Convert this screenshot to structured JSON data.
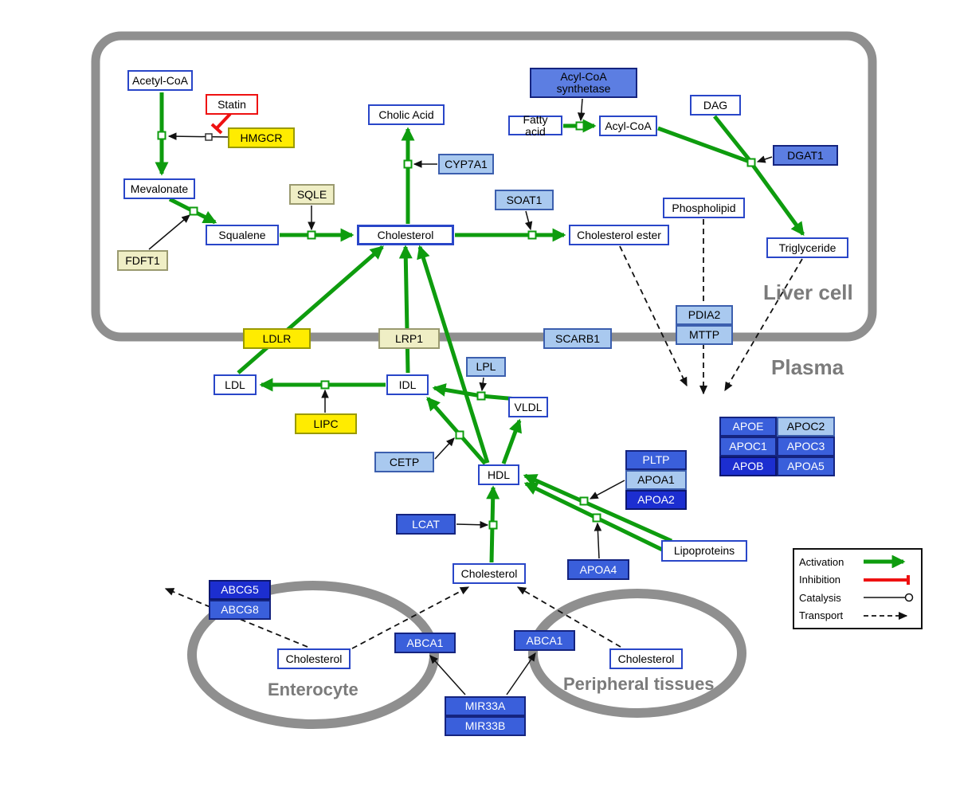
{
  "regions": {
    "liver": "Liver cell",
    "plasma": "Plasma",
    "enterocyte": "Enterocyte",
    "peripheral": "Peripheral tissues"
  },
  "legend": {
    "activation": "Activation",
    "inhibition": "Inhibition",
    "catalysis": "Catalysis",
    "transport": "Transport"
  },
  "nodes": {
    "acetyl_coa": "Acetyl-CoA",
    "statin": "Statin",
    "hmgcr": "HMGCR",
    "mevalonate": "Mevalonate",
    "fdft1": "FDFT1",
    "squalene": "Squalene",
    "sqle": "SQLE",
    "cholesterol_liver": "Cholesterol",
    "cholic_acid": "Cholic Acid",
    "cyp7a1": "CYP7A1",
    "soat1": "SOAT1",
    "cholesterol_ester": "Cholesterol ester",
    "acyl_coa_synthetase": "Acyl-CoA synthetase",
    "fatty_acid": "Fatty acid",
    "acyl_coa": "Acyl-CoA",
    "dag": "DAG",
    "dgat1": "DGAT1",
    "phospholipid": "Phospholipid",
    "triglyceride": "Triglyceride",
    "ldlr": "LDLR",
    "lrp1": "LRP1",
    "scarb1": "SCARB1",
    "pdia2": "PDIA2",
    "mttp": "MTTP",
    "ldl": "LDL",
    "idl": "IDL",
    "lipc": "LIPC",
    "lpl": "LPL",
    "vldl": "VLDL",
    "cetp": "CETP",
    "hdl": "HDL",
    "lcat": "LCAT",
    "pltp": "PLTP",
    "apoa1": "APOA1",
    "apoa2": "APOA2",
    "apoa4": "APOA4",
    "lipoproteins": "Lipoproteins",
    "apoe": "APOE",
    "apoc2": "APOC2",
    "apoc1": "APOC1",
    "apoc3": "APOC3",
    "apob": "APOB",
    "apoa5": "APOA5",
    "cholesterol_plasma": "Cholesterol",
    "abcg5": "ABCG5",
    "abcg8": "ABCG8",
    "cholesterol_enterocyte": "Cholesterol",
    "abca1_enterocyte": "ABCA1",
    "abca1_peripheral": "ABCA1",
    "cholesterol_peripheral": "Cholesterol",
    "mir33a": "MIR33A",
    "mir33b": "MIR33B"
  },
  "colors": {
    "activation_green": "#0e9c0e",
    "inhibition_red": "#ee1111",
    "membrane_gray": "#8f8f8f",
    "node_border_blue": "#2946c8",
    "bright_yellow": "#ffec00",
    "pale_yellow": "#efeec5",
    "light_blue": "#a9c9ef",
    "medium_blue": "#3a5fdb",
    "dark_blue": "#1c2ed0"
  }
}
